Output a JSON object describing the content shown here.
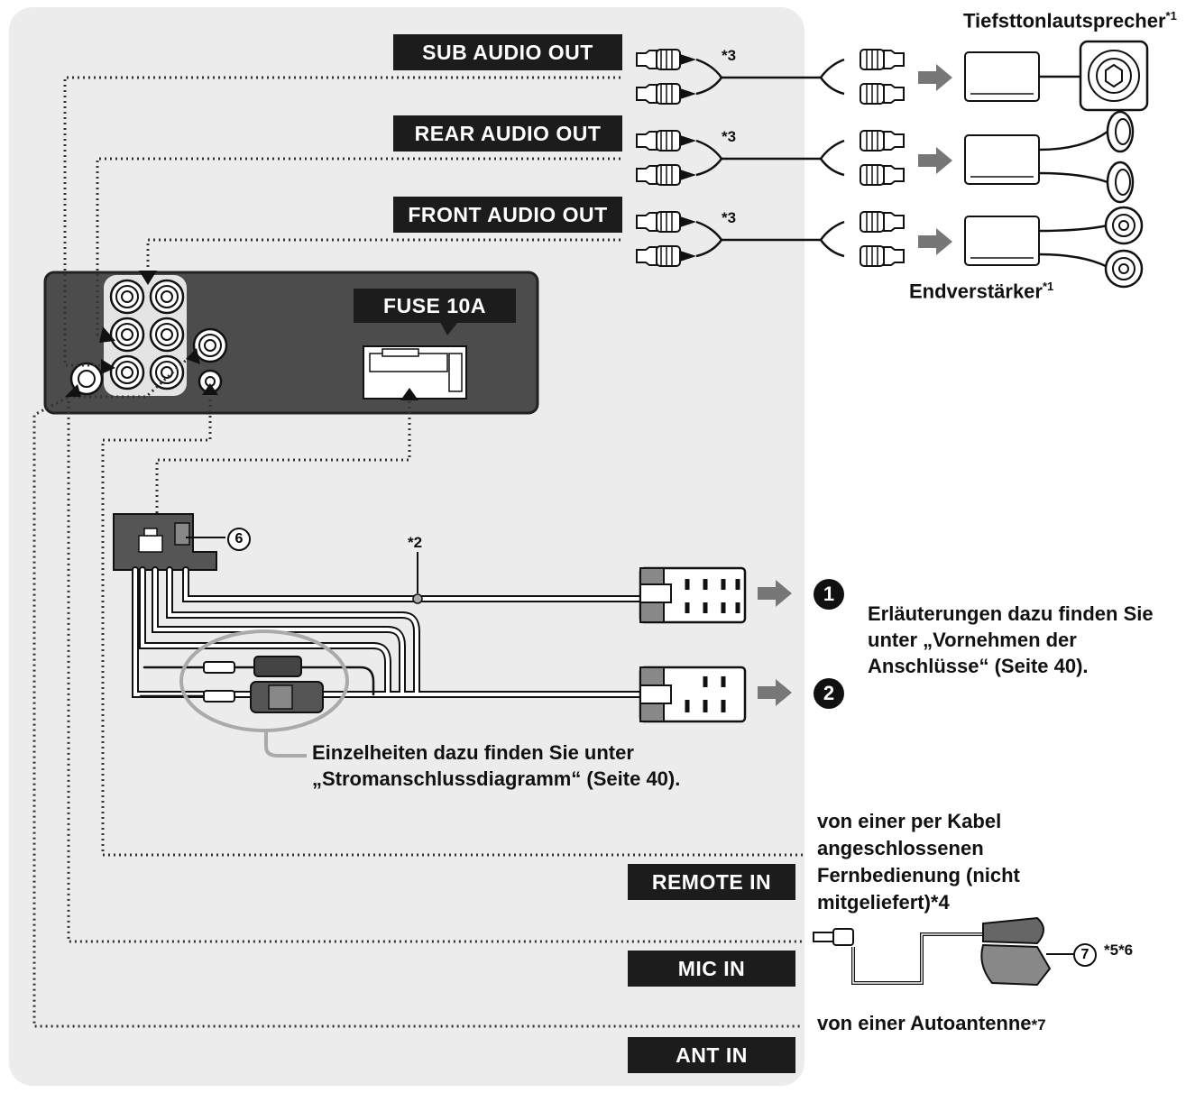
{
  "outputs": {
    "sub_audio_out": "SUB AUDIO OUT",
    "rear_audio_out": "REAR AUDIO OUT",
    "front_audio_out": "FRONT AUDIO OUT"
  },
  "fuse_label": "FUSE 10A",
  "inputs": {
    "remote_in": "REMOTE IN",
    "mic_in": "MIC IN",
    "ant_in": "ANT IN"
  },
  "devices": {
    "subwoofer": "Tiefsttonlautsprecher",
    "subwoofer_note": "*1",
    "amplifier": "Endverstärker",
    "amplifier_note": "*1"
  },
  "notes": {
    "rca_sub": "*3",
    "rca_rear": "*3",
    "rca_front": "*3",
    "harness": "*2",
    "mic": "*5*6",
    "antenna_note": "*7"
  },
  "callouts": {
    "connector_6": "6",
    "mic_7": "7",
    "step_1": "1",
    "step_2": "2"
  },
  "texts": {
    "explanation": "Erläuterungen dazu finden Sie unter „Vornehmen der Anschlüsse“ (Seite 40).",
    "power_details": "Einzelheiten dazu finden Sie unter „Stromanschlussdiagramm“ (Seite 40).",
    "remote_source": "von einer per Kabel angeschlossenen Fernbedienung (nicht mitgeliefert)*4",
    "antenna_source": "von einer Autoantenne"
  },
  "colors": {
    "panel": "#ececec",
    "tag": "#1c1c1c",
    "arrow": "#777777"
  }
}
